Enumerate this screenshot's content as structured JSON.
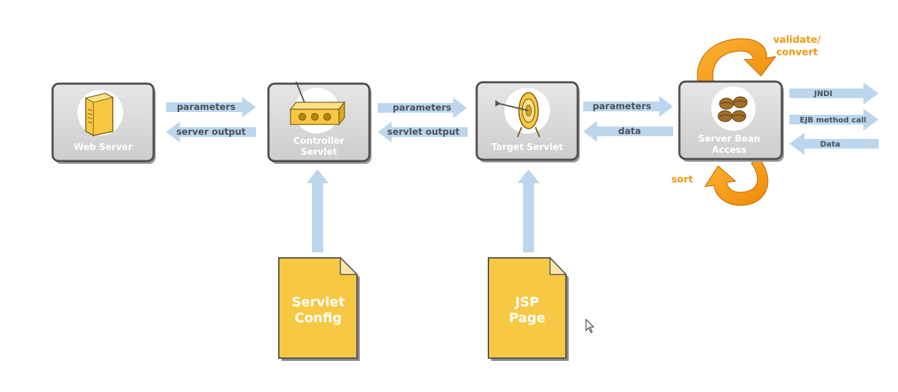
{
  "nodes": {
    "web_server": "Web Server",
    "controller_servlet": [
      "Controller",
      "Servlet"
    ],
    "target_servlet": "Target Servlet",
    "server_bean_access": [
      "Server Bean",
      "Access"
    ]
  },
  "documents": {
    "servlet_config": [
      "Servlet",
      "Config"
    ],
    "jsp_page": [
      "JSP",
      "Page"
    ]
  },
  "arrows": {
    "a1_forward": "parameters",
    "a1_back": "server output",
    "a2_forward": "parameters",
    "a2_back": "servlet output",
    "a3_forward": "parameters",
    "a3_back": "data",
    "jndi": "JNDI",
    "ejb": "EJB method call",
    "data_in": "Data"
  },
  "loops": {
    "top": "validate/\nconvert",
    "top_line1": "validate/",
    "top_line2": "convert",
    "bottom": "sort"
  },
  "colors": {
    "arrow": "#bcd6ee",
    "box_border": "#4d4d4d",
    "box_fill": "#d9d9d9",
    "doc_fill": "#f7c843",
    "orange": "#f29a10"
  }
}
